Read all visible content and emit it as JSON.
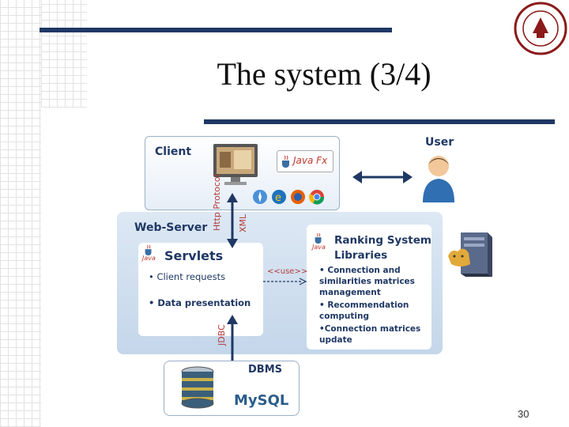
{
  "slide": {
    "title": "The system (3/4)",
    "page_number": "30"
  },
  "diagram": {
    "client": {
      "label": "Client",
      "javafx_logo": "Java Fx",
      "icons": [
        "monitor-icon",
        "safari-icon",
        "ie-icon",
        "firefox-icon",
        "chrome-icon"
      ]
    },
    "user": {
      "label": "User"
    },
    "links": {
      "http": "Http Protocol",
      "xml": "XML",
      "jdbc": "JDBC",
      "uses": "<<use>>"
    },
    "web_server": {
      "label": "Web-Server",
      "servlets": {
        "label": "Servlets",
        "java": "Java",
        "items": [
          "• Client requests",
          "• Data presentation"
        ]
      },
      "ranking": {
        "label_line1": "Ranking System",
        "label_line2": "Libraries",
        "java": "Java",
        "items": [
          "• Connection and similarities matrices management",
          "• Recommendation computing",
          "•Connection matrices update"
        ]
      }
    },
    "dbms": {
      "label": "DBMS",
      "mysql": "MySQL"
    }
  },
  "colors": {
    "accent": "#1f3864",
    "panel": "#c4d6ea",
    "arrow": "#1f3864"
  }
}
